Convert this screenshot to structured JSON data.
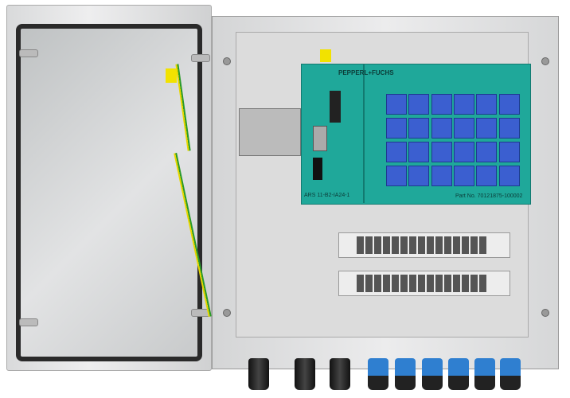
{
  "product": {
    "brand": "PEPPERL+FUCHS",
    "model": "ARS 11-B2-IA24-1",
    "part_number": "Part No. 70121875-100002",
    "colors": {
      "module": "#1fa89a",
      "connectors": "#3b5fd0",
      "enclosure": "#e0e0e0"
    }
  }
}
